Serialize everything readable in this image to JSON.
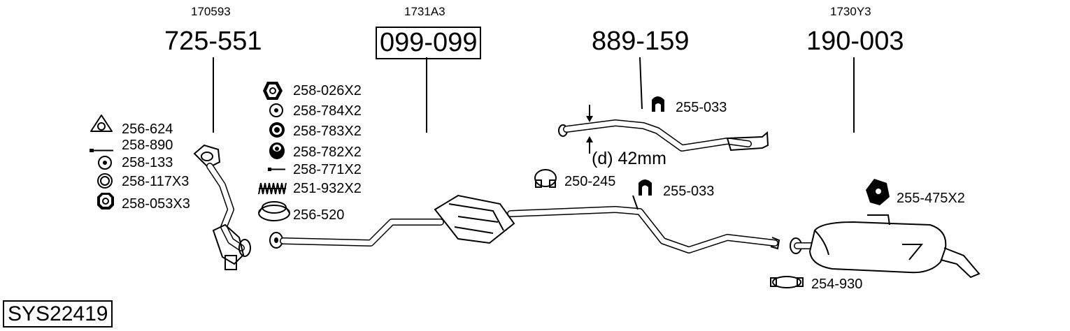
{
  "diagram": {
    "sections": [
      {
        "oem": "170593",
        "part": "725-551"
      },
      {
        "oem": "1731A3",
        "part": "099-099"
      },
      {
        "oem": "",
        "part": "889-159"
      },
      {
        "oem": "1730Y3",
        "part": "190-003"
      }
    ],
    "left_parts": [
      "256-624",
      "258-890",
      "258-133",
      "258-117X3",
      "258-053X3"
    ],
    "mid_parts": [
      "258-026X2",
      "258-784X2",
      "258-783X2",
      "258-782X2",
      "258-771X2",
      "251-932X2",
      "256-520"
    ],
    "other_parts": {
      "hanger_top": "255-033",
      "diameter": "(d) 42mm",
      "clamp": "250-245",
      "hanger_mid": "255-033",
      "mount": "255-475X2",
      "rear_clamp": "254-930"
    },
    "system_id": "SYS22419"
  }
}
